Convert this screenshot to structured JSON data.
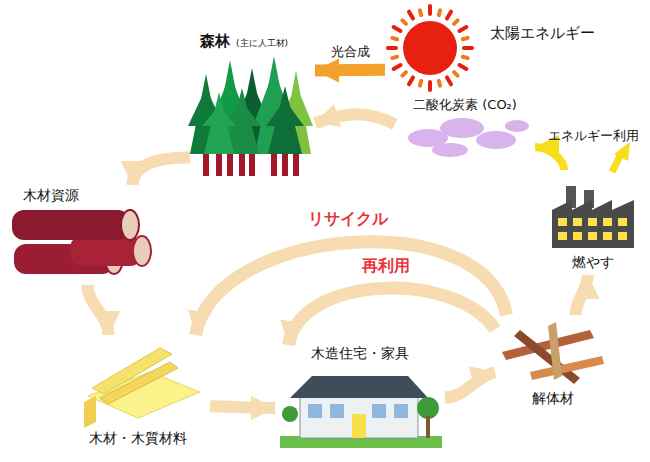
{
  "diagram": {
    "nodes": [
      {
        "text": [
          "太陽エネルギー"
        ]
      },
      {
        "text": [
          "森林",
          "(主に人工材)"
        ]
      },
      {
        "text": [
          "二酸化炭素 (CO₂)"
        ]
      },
      {
        "text": [
          "燃やす"
        ]
      },
      {
        "text": [
          "木材資源"
        ]
      },
      {
        "text": [
          "木材・木質材料"
        ]
      },
      {
        "text": [
          "木造住宅・家具"
        ]
      },
      {
        "text": [
          "解体材"
        ]
      }
    ],
    "edges": [
      {
        "from": 0,
        "to": 1,
        "label": "光合成",
        "arrow": "to"
      },
      {
        "from": 2,
        "to": 1,
        "arrow": "to"
      },
      {
        "from": 1,
        "to": 4,
        "arrow": "to"
      },
      {
        "from": 4,
        "to": 5,
        "arrow": "to"
      },
      {
        "from": 5,
        "to": 6,
        "arrow": "to"
      },
      {
        "from": 6,
        "to": 7,
        "arrow": "to"
      },
      {
        "from": 7,
        "to": 3,
        "arrow": "to"
      },
      {
        "from": 3,
        "to": 2,
        "arrow": "to"
      },
      {
        "from": 7,
        "to": 5,
        "label": "リサイクル",
        "arrow": "to"
      },
      {
        "from": 7,
        "to": 6,
        "label": "再利用",
        "arrow": "to"
      }
    ],
    "labels": [
      "エネルギー利用"
    ]
  }
}
